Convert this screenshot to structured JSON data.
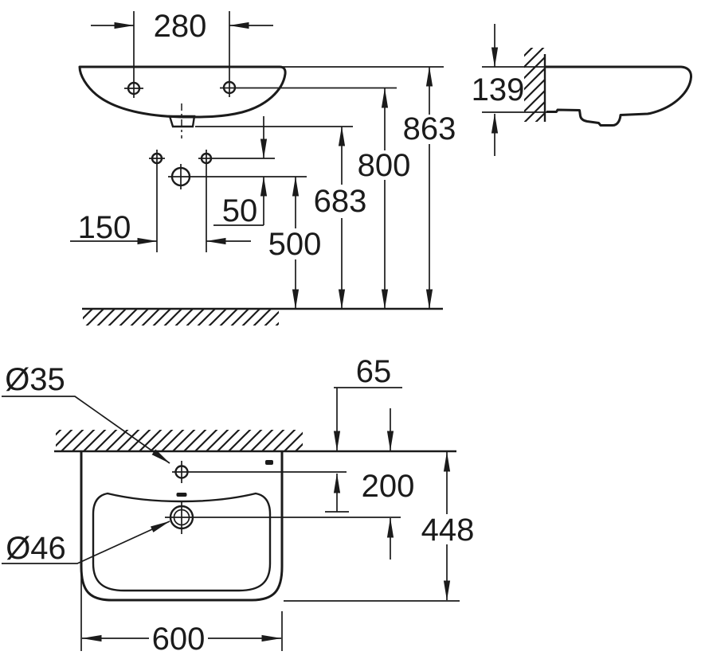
{
  "colors": {
    "ink": "#1b1b1b",
    "background": "#ffffff"
  },
  "views": {
    "installation_front": {
      "dims": {
        "tap_hole_spacing": "280",
        "rim_height": "863",
        "tap_hole_height": "800",
        "waste_outlet_height": "683",
        "trap_connection_height": "500",
        "supply_spacing": "150",
        "supply_to_trap_offset": "50"
      }
    },
    "side_profile": {
      "dims": {
        "depth_at_wall": "139"
      }
    },
    "basin_front": {
      "dims": {
        "tap_hole_diameter": "Ø35",
        "overflow_diameter": "Ø46",
        "rim_to_tap_hole": "65",
        "rim_to_overflow": "200",
        "overall_height": "448",
        "overall_width": "600"
      }
    }
  }
}
